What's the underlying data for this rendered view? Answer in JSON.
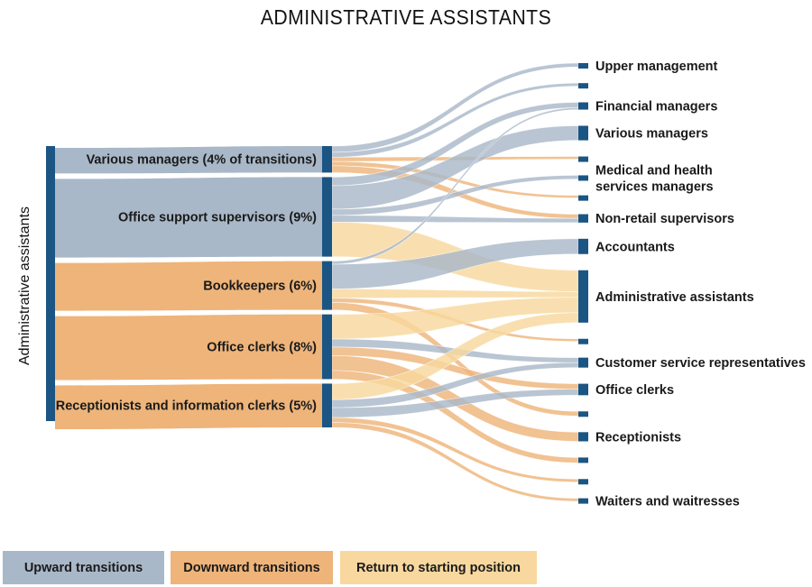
{
  "title": "ADMINISTRATIVE ASSISTANTS",
  "source_label": "Administrative assistants",
  "colors": {
    "node": "#1b5583",
    "upward": "#a9b8c8",
    "downward": "#eeb47a",
    "return": "#f8d89e"
  },
  "legend": [
    {
      "label": "Upward transitions",
      "type": "upward"
    },
    {
      "label": "Downward transitions",
      "type": "downward"
    },
    {
      "label": "Return to starting position",
      "type": "return"
    }
  ],
  "intermediate_nodes": [
    {
      "id": "vm",
      "label": "Various managers (4% of transitions)",
      "type": "upward",
      "share_pct": 4
    },
    {
      "id": "oss",
      "label": "Office support supervisors (9%)",
      "type": "upward",
      "share_pct": 9
    },
    {
      "id": "bk",
      "label": "Bookkeepers (6%)",
      "type": "downward",
      "share_pct": 6
    },
    {
      "id": "oc",
      "label": "Office clerks (8%)",
      "type": "downward",
      "share_pct": 8
    },
    {
      "id": "rec",
      "label": "Receptionists and information clerks (5%)",
      "type": "downward",
      "share_pct": 5
    }
  ],
  "destination_nodes": [
    {
      "id": "um",
      "label": "Upper management"
    },
    {
      "id": "d2",
      "label": ""
    },
    {
      "id": "fm",
      "label": "Financial managers"
    },
    {
      "id": "vmd",
      "label": "Various managers"
    },
    {
      "id": "d5",
      "label": ""
    },
    {
      "id": "mh",
      "label": "Medical and health services managers"
    },
    {
      "id": "d7",
      "label": ""
    },
    {
      "id": "nrs",
      "label": "Non-retail supervisors"
    },
    {
      "id": "acc",
      "label": "Accountants"
    },
    {
      "id": "aa",
      "label": "Administrative assistants"
    },
    {
      "id": "d11",
      "label": ""
    },
    {
      "id": "csr",
      "label": "Customer service representatives"
    },
    {
      "id": "ocd",
      "label": "Office clerks"
    },
    {
      "id": "d14",
      "label": ""
    },
    {
      "id": "rcp",
      "label": "Receptionists"
    },
    {
      "id": "d16",
      "label": ""
    },
    {
      "id": "d17",
      "label": ""
    },
    {
      "id": "ww",
      "label": "Waiters and waitresses"
    }
  ],
  "flows": [
    {
      "from": "vm",
      "to": "um",
      "value": 1.0,
      "type": "upward"
    },
    {
      "from": "vm",
      "to": "d2",
      "value": 0.8,
      "type": "upward"
    },
    {
      "from": "vm",
      "to": "d5",
      "value": 0.7,
      "type": "downward"
    },
    {
      "from": "vm",
      "to": "d7",
      "value": 0.7,
      "type": "downward"
    },
    {
      "from": "vm",
      "to": "nrs",
      "value": 1.1,
      "type": "downward"
    },
    {
      "from": "oss",
      "to": "fm",
      "value": 1.4,
      "type": "upward"
    },
    {
      "from": "oss",
      "to": "vmd",
      "value": 3.8,
      "type": "upward"
    },
    {
      "from": "oss",
      "to": "mh",
      "value": 1.0,
      "type": "upward"
    },
    {
      "from": "oss",
      "to": "nrs",
      "value": 1.1,
      "type": "upward"
    },
    {
      "from": "oss",
      "to": "aa",
      "value": 5.6,
      "type": "return"
    },
    {
      "from": "bk",
      "to": "fm",
      "value": 0.5,
      "type": "upward"
    },
    {
      "from": "bk",
      "to": "acc",
      "value": 4.0,
      "type": "upward"
    },
    {
      "from": "bk",
      "to": "aa",
      "value": 1.5,
      "type": "return"
    },
    {
      "from": "bk",
      "to": "d11",
      "value": 0.7,
      "type": "downward"
    },
    {
      "from": "bk",
      "to": "d14",
      "value": 1.2,
      "type": "downward"
    },
    {
      "from": "oc",
      "to": "aa",
      "value": 4.0,
      "type": "return"
    },
    {
      "from": "oc",
      "to": "csr",
      "value": 1.3,
      "type": "upward"
    },
    {
      "from": "oc",
      "to": "ocd",
      "value": 1.4,
      "type": "downward"
    },
    {
      "from": "oc",
      "to": "rcp",
      "value": 2.4,
      "type": "downward"
    },
    {
      "from": "oc",
      "to": "d16",
      "value": 1.4,
      "type": "downward"
    },
    {
      "from": "rec",
      "to": "aa",
      "value": 2.6,
      "type": "return"
    },
    {
      "from": "rec",
      "to": "csr",
      "value": 1.3,
      "type": "upward"
    },
    {
      "from": "rec",
      "to": "ocd",
      "value": 1.6,
      "type": "upward"
    },
    {
      "from": "rec",
      "to": "d17",
      "value": 0.8,
      "type": "downward"
    },
    {
      "from": "rec",
      "to": "ww",
      "value": 0.8,
      "type": "downward"
    }
  ]
}
